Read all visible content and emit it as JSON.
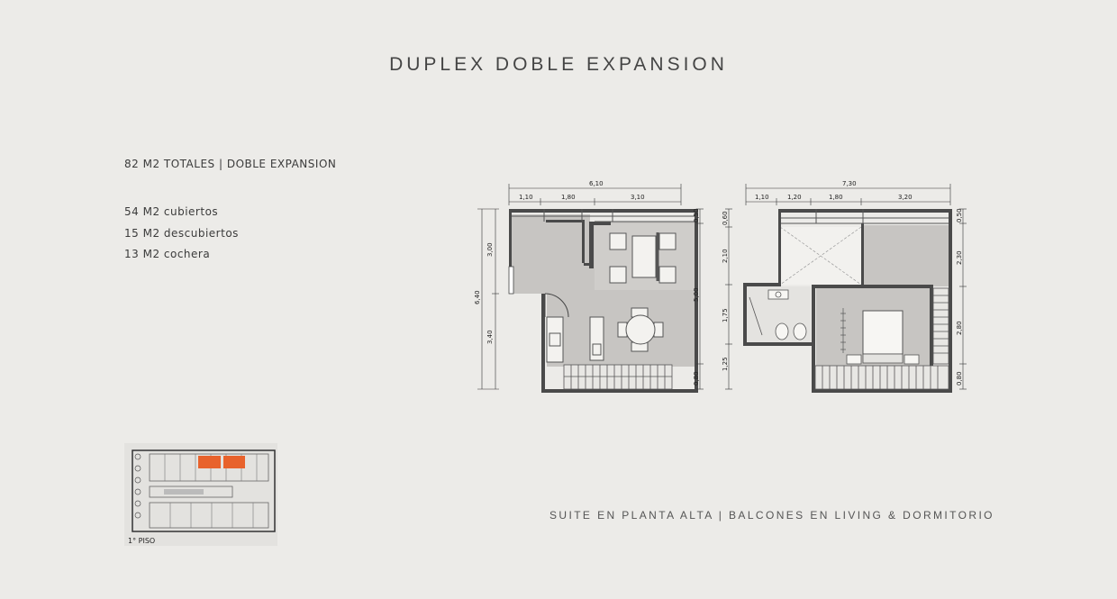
{
  "title": "DUPLEX DOBLE EXPANSION",
  "summary": "82 M2 TOTALES | DOBLE EXPANSION",
  "areas": [
    "54 M2 cubiertos",
    "15 M2 descubiertos",
    "13 M2 cochera"
  ],
  "caption": "SUITE EN PLANTA ALTA | BALCONES EN LIVING & DORMITORIO",
  "ground_plan": {
    "top_total": "6,10",
    "top_segments": [
      "1,10",
      "1,80",
      "3,10"
    ],
    "left_total": "6,40",
    "left_segments": [
      "3,00",
      "3,40"
    ],
    "right_segments": [
      "0,50",
      "5,00",
      "0,80"
    ]
  },
  "upper_plan": {
    "top_total": "7,30",
    "top_segments": [
      "1,10",
      "1,20",
      "1,80",
      "3,20"
    ],
    "left_segments": [
      "0,60",
      "2,10",
      "1,75",
      "1,25"
    ],
    "right_segments": [
      "0,50",
      "2,30",
      "2,80",
      "0,80"
    ]
  },
  "site_plan": {
    "label": "1° PISO"
  },
  "colors": {
    "background": "#ecebe8",
    "highlight": "#e8622c",
    "floor": "#c7c5c2",
    "wall": "#4a4a4a"
  }
}
